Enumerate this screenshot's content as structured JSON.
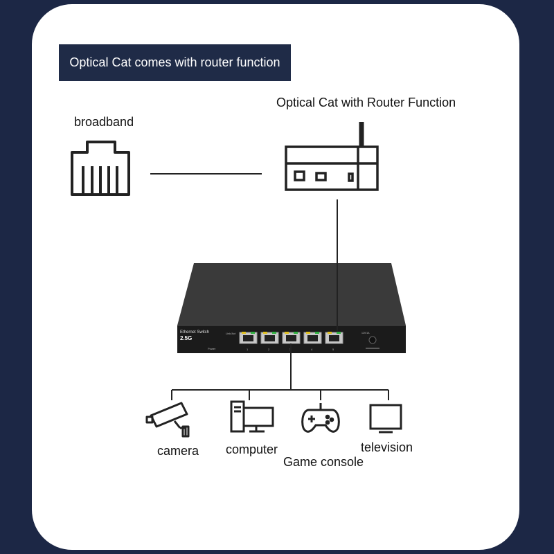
{
  "banner": {
    "title": "Optical Cat comes with router function"
  },
  "nodes": {
    "broadband": "broadband",
    "router": "Optical Cat with Router Function"
  },
  "switch": {
    "brand": "Ethernet Switch",
    "speed": "2.5G",
    "port_numbers": [
      "1",
      "2",
      "3",
      "4",
      "5"
    ],
    "power_label": "Power",
    "link_label": "Link/Act",
    "dc_label": "12V/1A"
  },
  "devices": [
    {
      "label": "camera",
      "icon": "camera-icon"
    },
    {
      "label": "computer",
      "icon": "computer-icon"
    },
    {
      "label": "Game console",
      "icon": "gamepad-icon"
    },
    {
      "label": "television",
      "icon": "television-icon"
    }
  ],
  "colors": {
    "background": "#1c2745",
    "banner": "#1f2b47",
    "line": "#222222",
    "switch_body": "#1b1b1b"
  }
}
